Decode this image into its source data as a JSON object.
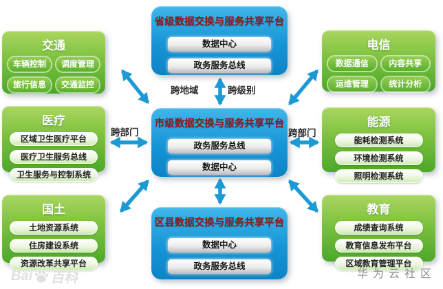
{
  "platforms": {
    "provincial": {
      "title": "省级数据交换与服务共享平台",
      "buttons": [
        "数据中心",
        "政务服务总线"
      ]
    },
    "municipal": {
      "title": "市级数据交换与服务共享平台",
      "buttons": [
        "政务服务总线",
        "数据中心"
      ]
    },
    "district": {
      "title": "区县数据交换与服务共享平台",
      "buttons": [
        "数据中心",
        "政务服务总线"
      ]
    }
  },
  "sectors": {
    "traffic": {
      "title": "交通",
      "items": [
        "车辆控制",
        "调度管理",
        "旅行信息",
        "交通监控"
      ]
    },
    "medical": {
      "title": "医疗",
      "items": [
        "区域卫生医疗平台",
        "医疗卫生服务总线",
        "卫生服务与控制系统"
      ]
    },
    "land": {
      "title": "国土",
      "items": [
        "土地资源系统",
        "住房建设系统",
        "资源改革共享平台"
      ]
    },
    "telecom": {
      "title": "电信",
      "items": [
        "数据通信",
        "内容共享",
        "运维管理",
        "统计分析"
      ]
    },
    "energy": {
      "title": "能源",
      "items": [
        "能耗检测系统",
        "环境检测系统",
        "照明检测系统"
      ]
    },
    "education": {
      "title": "教育",
      "items": [
        "成绩查询系统",
        "教育信息发布平台",
        "区域教育管理平台"
      ]
    }
  },
  "arrow_labels": {
    "cross_region": "跨地域",
    "cross_level": "跨级别",
    "cross_department_left": "跨部门",
    "cross_department_right": "跨部门"
  },
  "watermarks": {
    "baidu_prefix": "Bai",
    "baidu_suffix": "百科",
    "huawei": "华为云社区"
  },
  "colors": {
    "arrow_blue": "#1b9ad6",
    "platform_blue_top": "#41b7ea",
    "platform_blue_bottom": "#0d83c6",
    "platform_title_red": "#8c1c1c",
    "sector_green_top": "#aad65f",
    "sector_green_bottom": "#4ca828"
  }
}
